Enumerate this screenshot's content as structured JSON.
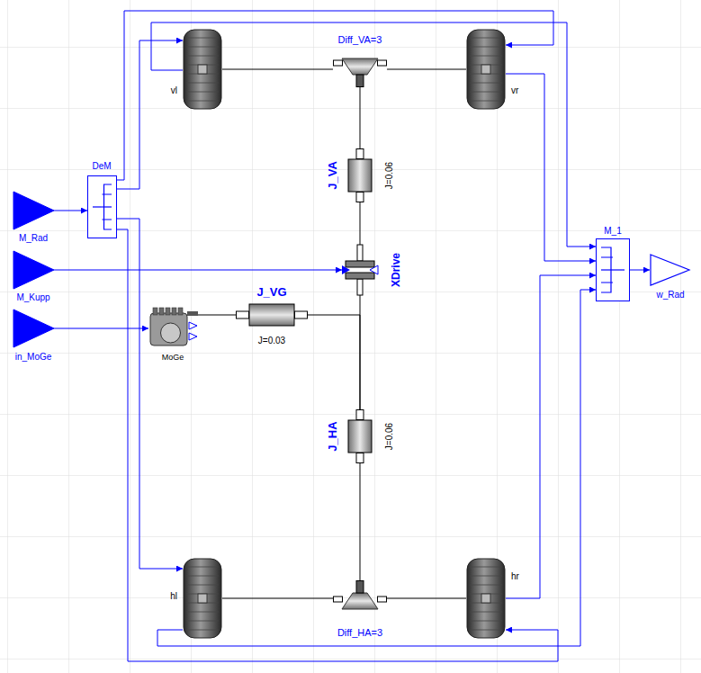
{
  "diagram": {
    "nodes": [
      {
        "text": [
          "M_Rad"
        ]
      },
      {
        "text": [
          "M_Kupp"
        ]
      },
      {
        "text": [
          "in_MoGe"
        ]
      },
      {
        "text": [
          "DeM"
        ]
      },
      {
        "text": [
          "vl"
        ]
      },
      {
        "text": [
          "Diff_VA=3"
        ]
      },
      {
        "text": [
          "vr"
        ]
      },
      {
        "text": [
          "J_VA",
          "J=0.06"
        ]
      },
      {
        "text": [
          "XDrive"
        ]
      },
      {
        "text": [
          "MoGe"
        ]
      },
      {
        "text": [
          "J_VG",
          "J=0.03"
        ]
      },
      {
        "text": [
          "J_HA",
          "J=0.06"
        ]
      },
      {
        "text": [
          "hl"
        ]
      },
      {
        "text": [
          "Diff_HA=3"
        ]
      },
      {
        "text": [
          "hr"
        ]
      },
      {
        "text": [
          "M_1"
        ]
      },
      {
        "text": [
          "w_Rad"
        ]
      }
    ],
    "edges": [
      {
        "from": 0,
        "to": 3,
        "arrow": "to"
      },
      {
        "from": 3,
        "to": 4,
        "arrow": "to"
      },
      {
        "from": 3,
        "to": 6,
        "arrow": "to"
      },
      {
        "from": 3,
        "to": 12,
        "arrow": "to"
      },
      {
        "from": 3,
        "to": 14,
        "arrow": "to"
      },
      {
        "from": 4,
        "to": 15,
        "arrow": "to"
      },
      {
        "from": 6,
        "to": 15,
        "arrow": "to"
      },
      {
        "from": 12,
        "to": 15,
        "arrow": "to"
      },
      {
        "from": 14,
        "to": 15,
        "arrow": "to"
      },
      {
        "from": 15,
        "to": 16,
        "arrow": "to"
      },
      {
        "from": 1,
        "to": 8,
        "arrow": "to"
      },
      {
        "from": 2,
        "to": 9,
        "arrow": "to"
      },
      {
        "from": 4,
        "to": 5,
        "arrow": "none"
      },
      {
        "from": 5,
        "to": 6,
        "arrow": "none"
      },
      {
        "from": 5,
        "to": 7,
        "arrow": "none"
      },
      {
        "from": 7,
        "to": 8,
        "arrow": "none"
      },
      {
        "from": 8,
        "to": 11,
        "arrow": "none"
      },
      {
        "from": 9,
        "to": 10,
        "arrow": "none"
      },
      {
        "from": 10,
        "to": 11,
        "arrow": "none"
      },
      {
        "from": 11,
        "to": 13,
        "arrow": "none"
      },
      {
        "from": 12,
        "to": 13,
        "arrow": "none"
      },
      {
        "from": 13,
        "to": 14,
        "arrow": "none"
      }
    ]
  }
}
